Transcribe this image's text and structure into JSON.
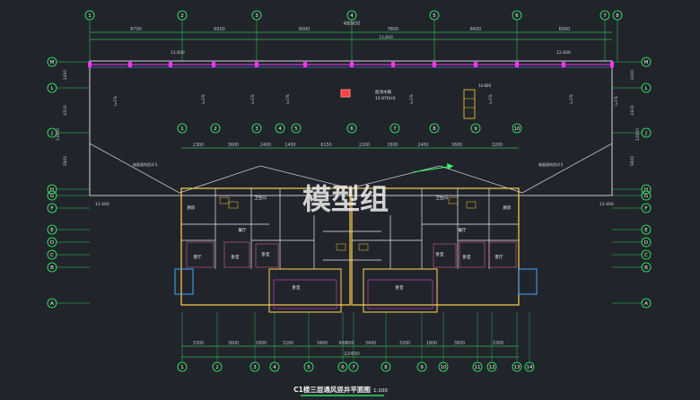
{
  "drawing": {
    "title": "C1楼三层通风竖井平面图",
    "scale": "1:100",
    "watermark": "模型组"
  },
  "top_axes": [
    "1",
    "2",
    "3",
    "4",
    "5",
    "6",
    "7",
    "8"
  ],
  "top_dims": [
    "8700",
    "6900",
    "9000",
    "7800",
    "8400",
    "6900"
  ],
  "top_total": "48900",
  "top_sub_dims": [
    "12,800",
    "12.600"
  ],
  "left_axes": [
    "M",
    "L",
    "J",
    "H",
    "G",
    "F",
    "E",
    "D",
    "C",
    "B",
    "A"
  ],
  "right_axes": [
    "M",
    "L",
    "J",
    "H",
    "G",
    "F",
    "E",
    "D",
    "C",
    "B",
    "A"
  ],
  "left_vdims": [
    "2400",
    "4100",
    "5800",
    "12800"
  ],
  "right_vdims": [
    "2400",
    "4100",
    "5800",
    "12800"
  ],
  "upper_dims": [
    "2300",
    "3600",
    "2400",
    "1450",
    "6150",
    "2200",
    "2600",
    "2400",
    "3600",
    "3200"
  ],
  "bottom_dims_a": [
    "3300",
    "3600",
    "1800",
    "3200",
    "3400",
    "900",
    "900",
    "3400",
    "3200",
    "1800",
    "3600",
    "3300"
  ],
  "bottom_total": "22400",
  "bottom_axes": [
    "1",
    "2",
    "3",
    "4",
    "5",
    "6",
    "7",
    "8",
    "9",
    "10",
    "11",
    "12",
    "13",
    "14"
  ],
  "labels": {
    "roof_tank": "屋顶水箱",
    "roof_level": "15.970(H)",
    "i_pct": "i=1%",
    "level_left": "12.400",
    "level_right": "12.400",
    "level_top_left": "12.600",
    "level_top_right": "12.600",
    "roof_eave_left": "坡屋面构造详 §",
    "roof_eave_right": "坡屋面构造详 §",
    "level_small": "14.600"
  },
  "rooms": [
    "客厅",
    "卧室",
    "卧室",
    "厨房",
    "卫生间",
    "餐厅",
    "卧室",
    "客厅",
    "卧室",
    "卧室",
    "厨房",
    "卫生间",
    "餐厅",
    "卧室"
  ]
}
